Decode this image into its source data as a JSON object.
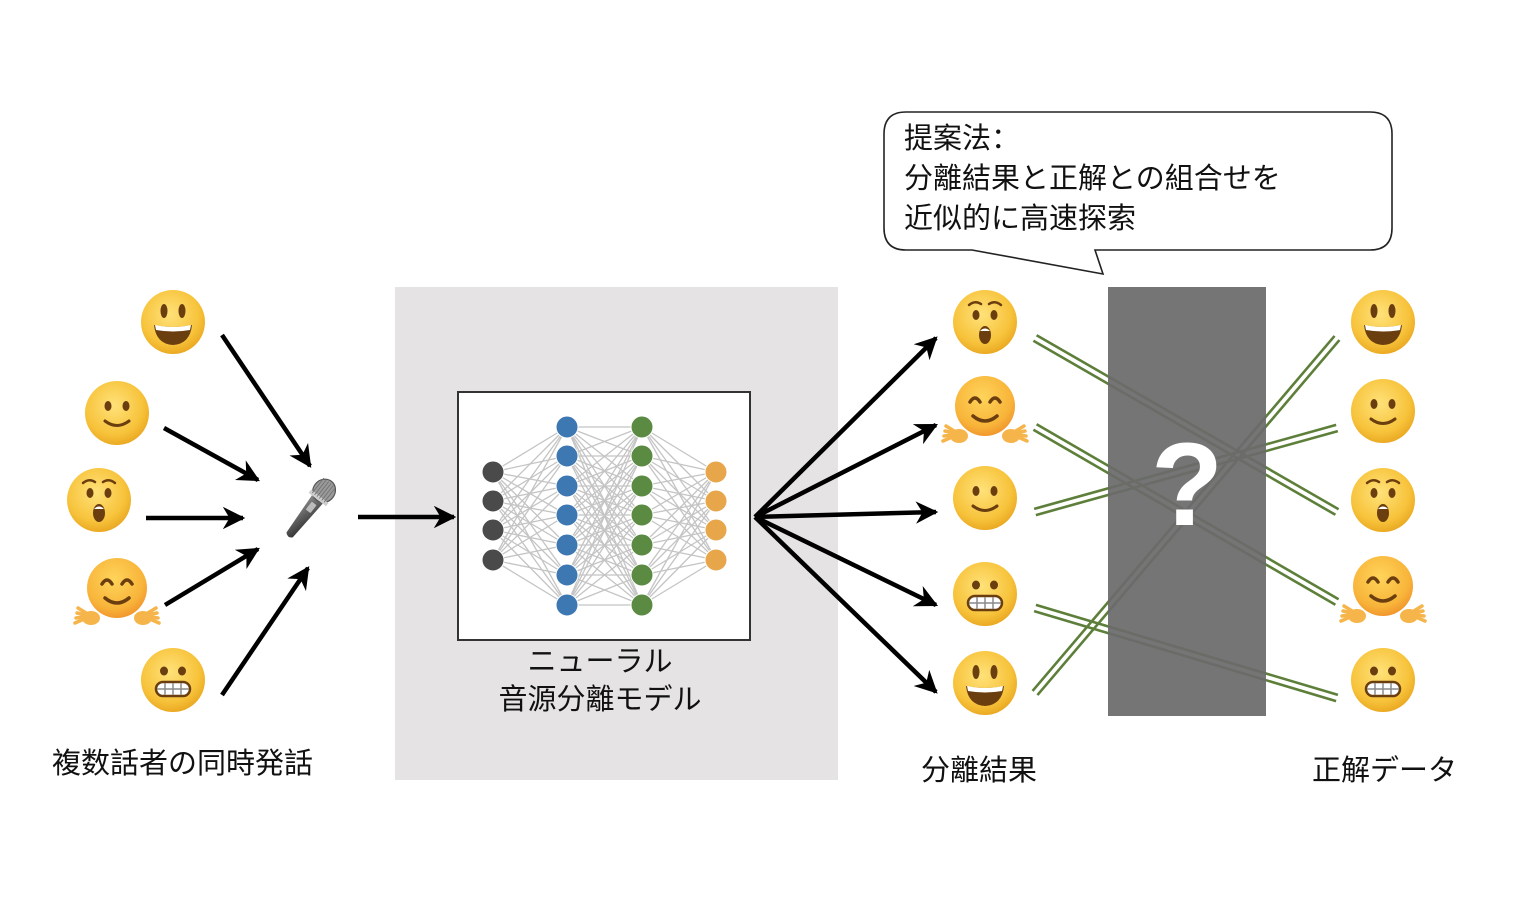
{
  "labels": {
    "speakers": "複数話者の同時発話",
    "model_line1": "ニューラル",
    "model_line2": "音源分離モデル",
    "separated": "分離結果",
    "ground_truth": "正解データ"
  },
  "callout": {
    "lines": [
      "提案法：",
      "分離結果と正解との組合せを",
      "近似的に高速探索"
    ]
  },
  "permutation_box": {
    "symbol": "?"
  },
  "speakers": [
    {
      "id": "grinning",
      "name": "grinning-face"
    },
    {
      "id": "smiling",
      "name": "slightly-smiling-face"
    },
    {
      "id": "astonished",
      "name": "hushed-face"
    },
    {
      "id": "hugging",
      "name": "hugging-face"
    },
    {
      "id": "grimacing",
      "name": "grimacing-face"
    }
  ],
  "separated_order": [
    "astonished",
    "hugging",
    "smiling",
    "grimacing",
    "grinning"
  ],
  "truth_order": [
    "grinning",
    "smiling",
    "astonished",
    "hugging",
    "grimacing"
  ],
  "network_layers": [
    {
      "nodes": 4,
      "color": "#4a4a4a"
    },
    {
      "nodes": 7,
      "color": "#3e78b2"
    },
    {
      "nodes": 7,
      "color": "#5b8a43"
    },
    {
      "nodes": 4,
      "color": "#e8a64a"
    }
  ],
  "colors": {
    "panel": "#e5e3e4",
    "edge": "#c4c4c4",
    "match_line": "#5d7f3a",
    "box": "#6a6a6a",
    "arrow": "#000000",
    "emoji_face": "#f7c33b",
    "emoji_dark": "#6b3e0f"
  }
}
